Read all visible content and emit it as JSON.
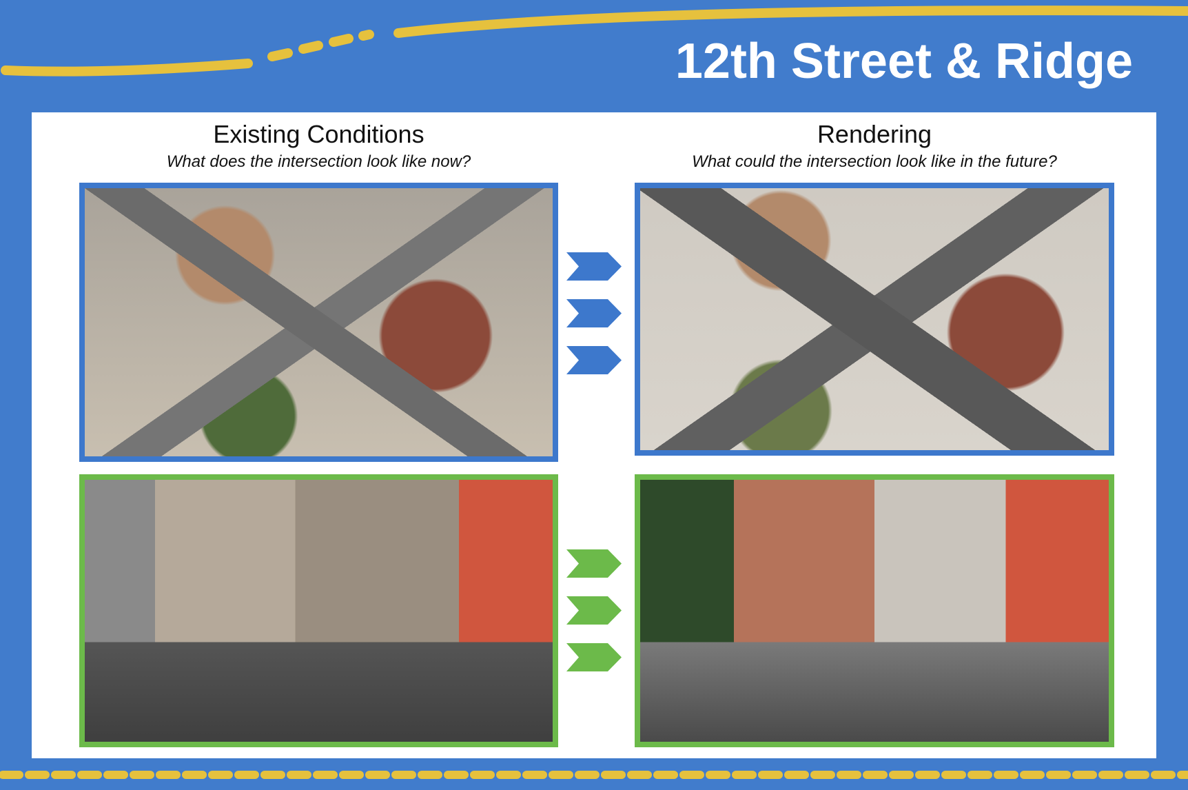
{
  "title": "12th Street & Ridge",
  "colors": {
    "background": "#417ccc",
    "accent_yellow": "#e6c13d",
    "aerial_border": "#3d78cc",
    "street_border": "#6cba4a"
  },
  "existing": {
    "heading": "Existing Conditions",
    "subheading": "What does the intersection look like now?"
  },
  "rendering": {
    "heading": "Rendering",
    "subheading": "What could the intersection look like in the future?"
  },
  "arrows": {
    "top": "chevron-right-icon",
    "bottom": "chevron-right-icon"
  }
}
